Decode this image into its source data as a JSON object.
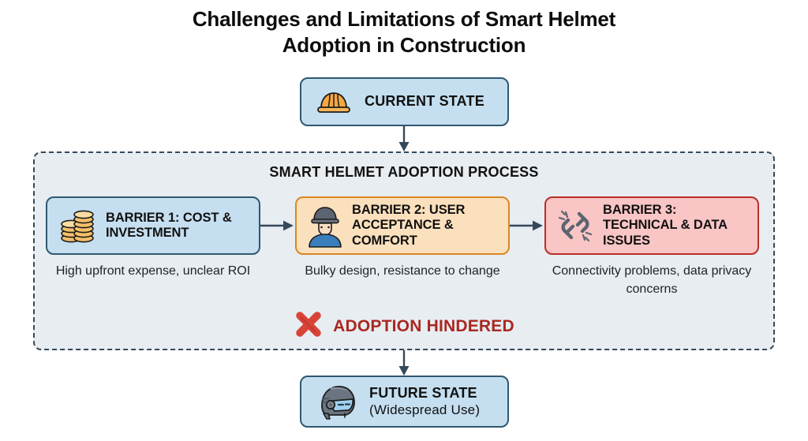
{
  "title": {
    "line1": "Challenges and Limitations of Smart Helmet",
    "line2": "Adoption in Construction"
  },
  "current_state": {
    "label": "CURRENT STATE",
    "icon": "hard-hat-icon"
  },
  "process": {
    "header": "SMART HELMET ADOPTION PROCESS",
    "barriers": [
      {
        "label": "BARRIER 1: COST & INVESTMENT",
        "description": "High upfront expense, unclear ROI",
        "icon": "coins-icon",
        "fill": "#c5dff0",
        "border": "#2f5871"
      },
      {
        "label": "BARRIER 2: USER ACCEPTANCE & COMFORT",
        "description": "Bulky design, resistance to change",
        "icon": "worker-icon",
        "fill": "#fbe0bd",
        "border": "#d98722"
      },
      {
        "label": "BARRIER 3: TECHNICAL & DATA ISSUES",
        "description": "Connectivity problems, data privacy concerns",
        "icon": "broken-chain-icon",
        "fill": "#f9c5c5",
        "border": "#bb2d28"
      }
    ],
    "outcome": {
      "label": "ADOPTION HINDERED",
      "icon": "red-x-icon",
      "color": "#a82820"
    }
  },
  "future_state": {
    "label": "FUTURE STATE",
    "sublabel": "(Widespread Use)",
    "icon": "smart-helmet-icon"
  },
  "colors": {
    "arrow": "#35495a",
    "container_fill": "#e8edf1",
    "container_border": "#35495a",
    "blue_fill": "#c5dff0",
    "blue_border": "#2f5871"
  }
}
